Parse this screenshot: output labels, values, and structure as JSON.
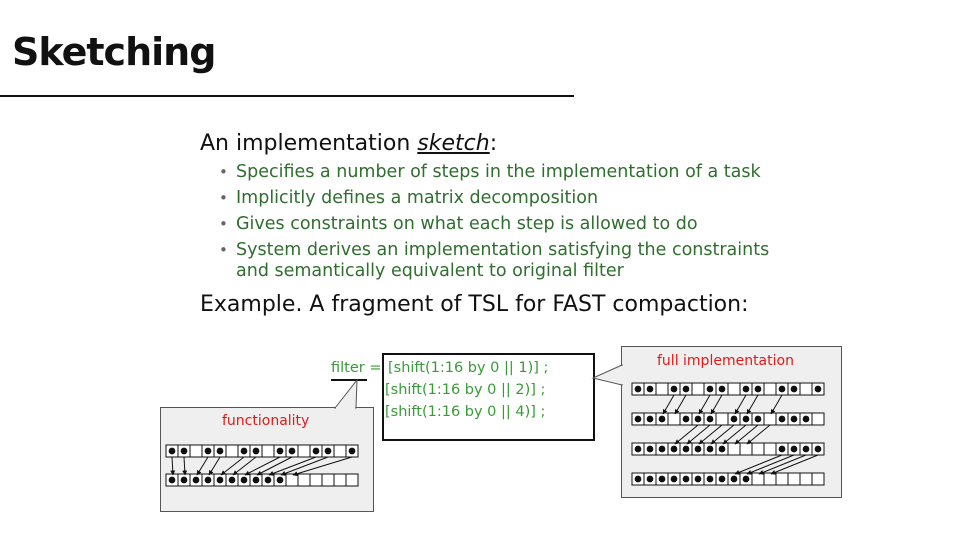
{
  "slide": {
    "title": "Sketching",
    "intro_prefix": "An implementation ",
    "intro_emph": "sketch",
    "intro_suffix": ":",
    "bullets": [
      "Specifies a number of steps in the implementation of a task",
      "Implicitly defines a matrix decomposition",
      "Gives constraints on what each step is allowed to do",
      "System derives an implementation satisfying the constraints and semantically equivalent to original filter"
    ],
    "example": "Example. A fragment of TSL for FAST compaction:",
    "code": {
      "filter_label": "filter =",
      "lines": [
        "[shift(1:16 by 0 || 1)] ;",
        "[shift(1:16 by 0 || 2)] ;",
        "[shift(1:16 by 0 || 4)] ;"
      ]
    },
    "functionality_label": "functionality",
    "full_impl_label": "full implementation",
    "colors": {
      "bullet_green": "#2f6e2f",
      "code_green": "#3a9a3a",
      "callout_red": "#e01a1a",
      "callout_bg": "#efefef"
    }
  }
}
